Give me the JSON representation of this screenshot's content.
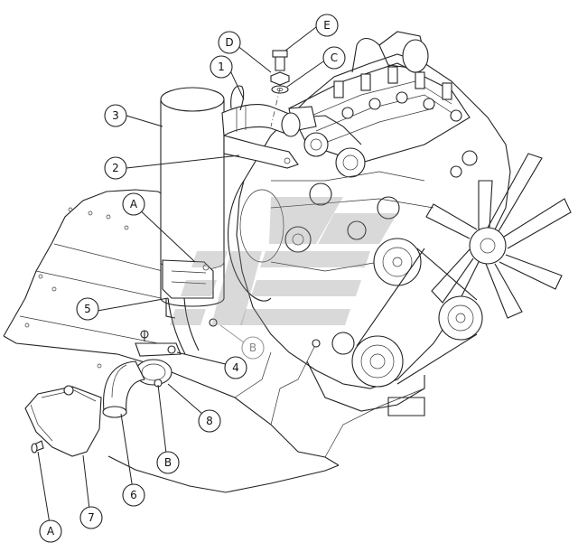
{
  "callouts": [
    {
      "id": "E",
      "label": "E"
    },
    {
      "id": "D",
      "label": "D"
    },
    {
      "id": "C",
      "label": "C"
    },
    {
      "id": "1",
      "label": "1"
    },
    {
      "id": "3",
      "label": "3"
    },
    {
      "id": "2",
      "label": "2"
    },
    {
      "id": "A_top",
      "label": "A"
    },
    {
      "id": "5",
      "label": "5"
    },
    {
      "id": "B_mid",
      "label": "B"
    },
    {
      "id": "4",
      "label": "4"
    },
    {
      "id": "8",
      "label": "8"
    },
    {
      "id": "B_low",
      "label": "B"
    },
    {
      "id": "6",
      "label": "6"
    },
    {
      "id": "7",
      "label": "7"
    },
    {
      "id": "A_low",
      "label": "A"
    }
  ],
  "colors": {
    "line": "#222222",
    "watermark": "#8a8a8a",
    "background": "#ffffff"
  },
  "icons": {
    "watermark": "brand-watermark-icon"
  }
}
